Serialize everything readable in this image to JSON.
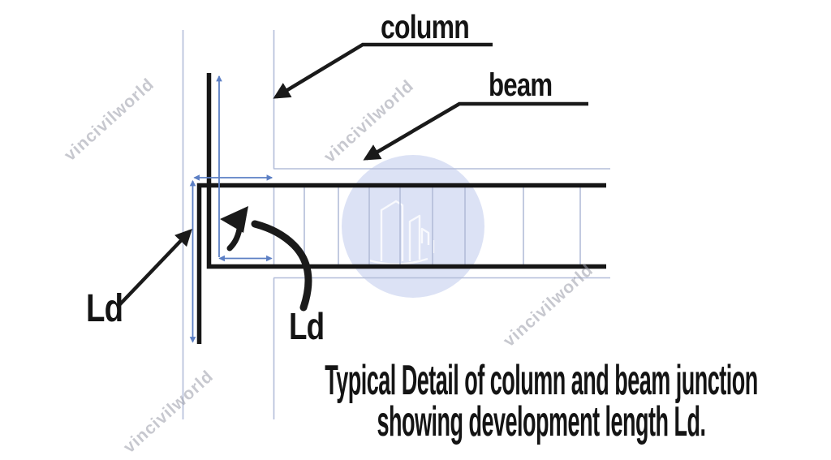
{
  "labels": {
    "column": "column",
    "beam": "beam",
    "ld_top_bar": "Ld",
    "ld_bottom_bar": "Ld"
  },
  "caption": {
    "line1": "Typical Detail of column and beam junction",
    "line2": "showing development length Ld."
  },
  "watermark": {
    "text": "vincivilworld"
  },
  "colors": {
    "structure-blue": "#b3bdd9",
    "dimension-blue": "#5c7fc4",
    "bar-black": "#161616",
    "leader-black": "#1a1a1a",
    "circle-fill": "#dce2f5",
    "watermark-gray": "#9a9ca8",
    "text-black": "#141414"
  }
}
